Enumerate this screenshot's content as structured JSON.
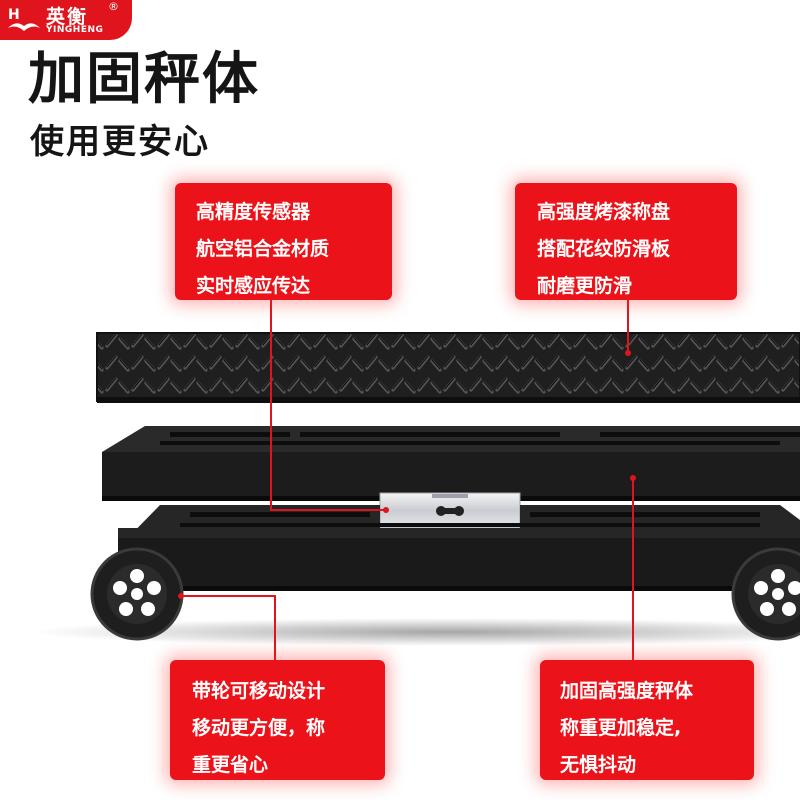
{
  "brand": {
    "name_cn": "英衡",
    "registered_mark": "®",
    "name_en": "YINGHENG",
    "color": "#e0141c"
  },
  "headline": {
    "title": "加固秤体",
    "subtitle": "使用更安心"
  },
  "callouts": {
    "sensor": [
      "高精度传感器",
      "航空铝合金材质",
      "实时感应传达"
    ],
    "platter": [
      "高强度烤漆称盘",
      "搭配花纹防滑板",
      "耐磨更防滑"
    ],
    "wheels": [
      "带轮可移动设计",
      "移动更方便，称",
      "重更省心"
    ],
    "frame": [
      "加固高强度秤体",
      "称重更加稳定,",
      "无惧抖动"
    ]
  },
  "colors": {
    "callout_background": "#ec1219",
    "product_body": "#1c1c1c",
    "sensor_metal": "#d9dbdf"
  }
}
